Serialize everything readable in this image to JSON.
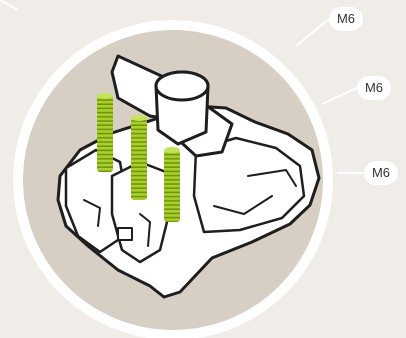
{
  "diagram": {
    "callouts": [
      {
        "label": "M6"
      },
      {
        "label": "M6"
      },
      {
        "label": "M6"
      }
    ]
  },
  "colors": {
    "background": "#f0ece7",
    "circle_fill": "#d8cfc4",
    "circle_ring": "#ffffff",
    "screw_green": "#a9d12a",
    "screw_green_dark": "#6f9410",
    "clamp_outline": "#1e1e1e",
    "clamp_fill": "#ffffff"
  }
}
